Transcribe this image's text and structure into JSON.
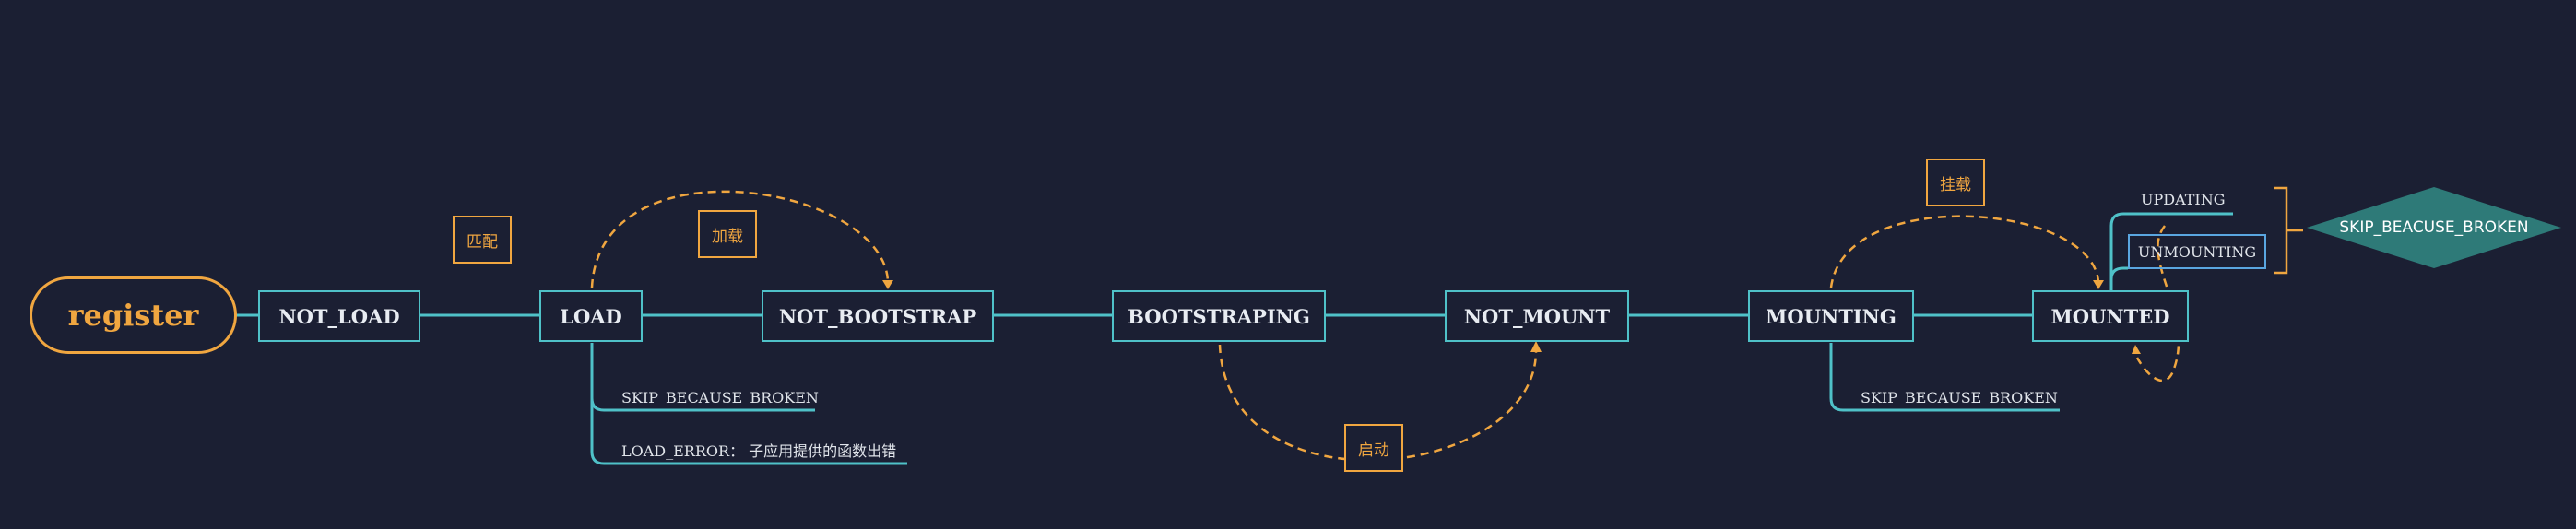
{
  "root": {
    "label": "register"
  },
  "states": [
    {
      "id": "not-load",
      "label": "NOT_LOAD"
    },
    {
      "id": "load",
      "label": "LOAD"
    },
    {
      "id": "not-bootstrap",
      "label": "NOT_BOOTSTRAP"
    },
    {
      "id": "bootstraping",
      "label": "BOOTSTRAPING"
    },
    {
      "id": "not-mount",
      "label": "NOT_MOUNT"
    },
    {
      "id": "mounting",
      "label": "MOUNTING"
    },
    {
      "id": "mounted",
      "label": "MOUNTED"
    }
  ],
  "load_branches": [
    "SKIP_BECAUSE_BROKEN",
    "LOAD_ERROR： 子应用提供的函数出错"
  ],
  "mounting_branches": [
    "SKIP_BECAUSE_BROKEN"
  ],
  "mounted_branches": [
    "UPDATING",
    "UNMOUNTING"
  ],
  "summary": "SKIP_BEACUSE_BROKEN",
  "notes": {
    "match": "匹配",
    "load": "加载",
    "bootstrap": "启动",
    "mount": "挂载"
  },
  "colors": {
    "background": "#1b1f33",
    "line": "#4fc1c8",
    "accent": "#f0a640",
    "diamond": "#2e7a78",
    "highlight": "#5aa6e0"
  }
}
